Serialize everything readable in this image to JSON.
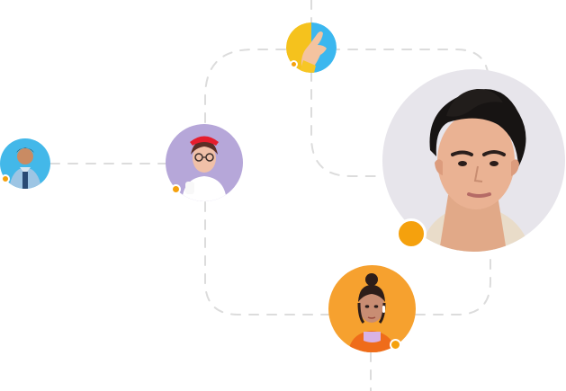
{
  "network": {
    "accent_color": "#f5a10d",
    "line_color": "#dadada",
    "nodes": [
      {
        "id": "small-left",
        "description": "person-avatar",
        "bg": "#3fb8e8",
        "status": "online"
      },
      {
        "id": "middle-left",
        "description": "person-avatar",
        "bg": "#b9a8db",
        "status": "online"
      },
      {
        "id": "top-center",
        "description": "hand-illustration",
        "bg": "#38b5ee",
        "status": "online"
      },
      {
        "id": "bottom-center",
        "description": "person-avatar",
        "bg": "#f7a530",
        "status": "online"
      },
      {
        "id": "large-right",
        "description": "person-avatar",
        "bg": "#e5e4ea",
        "status": "online"
      }
    ]
  }
}
